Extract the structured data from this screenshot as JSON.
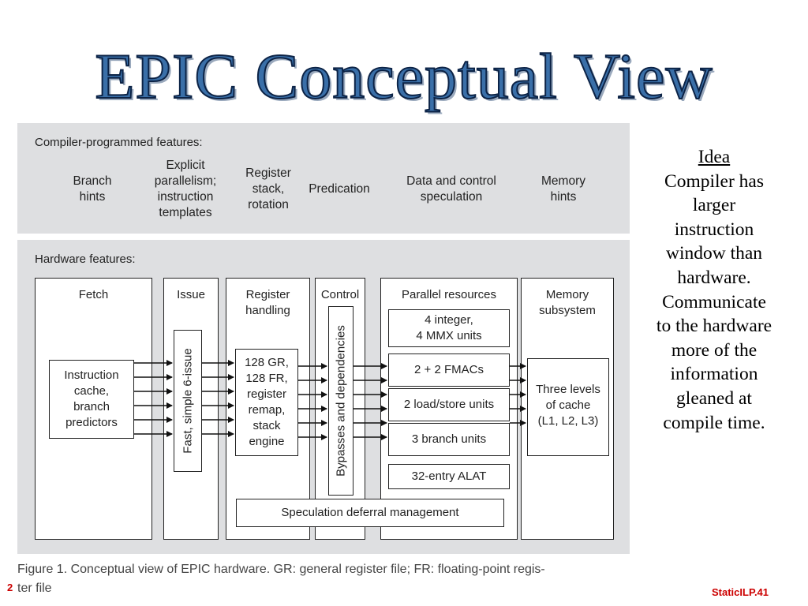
{
  "title": "EPIC Conceptual View",
  "figure": {
    "compiler_heading": "Compiler-programmed features:",
    "compiler_features": [
      "Branch\nhints",
      "Explicit\nparallelism;\ninstruction\ntemplates",
      "Register\nstack,\nrotation",
      "Predication",
      "Data and control\nspeculation",
      "Memory\nhints"
    ],
    "hardware_heading": "Hardware features:",
    "columns": {
      "fetch": "Fetch",
      "issue": "Issue",
      "register": "Register\nhandling",
      "control": "Control",
      "parallel": "Parallel resources",
      "memory": "Memory\nsubsystem"
    },
    "fetch_inner": "Instruction\ncache,\nbranch\npredictors",
    "issue_inner": "Fast, simple 6-issue",
    "register_inner": "128 GR,\n128 FR,\nregister\nremap,\nstack\nengine",
    "control_inner": "Bypasses and dependencies",
    "parallel_units": [
      "4 integer,\n4 MMX units",
      "2 + 2 FMACs",
      "2 load/store units",
      "3 branch units",
      "32-entry ALAT"
    ],
    "memory_inner": "Three levels\nof cache\n(L1, L2, L3)",
    "speculation": "Speculation deferral management"
  },
  "caption": "Figure 1. Conceptual view of EPIC hardware. GR: general register file; FR: floating-point regis-\nter file",
  "sidebar": {
    "heading": "Idea",
    "body": "Compiler has\nlarger\ninstruction\nwindow than\nhardware.\nCommunicate\nto the hardware\nmore of the\ninformation\ngleaned at\ncompile time."
  },
  "slide_number": "2",
  "footer": "StaticILP.41"
}
